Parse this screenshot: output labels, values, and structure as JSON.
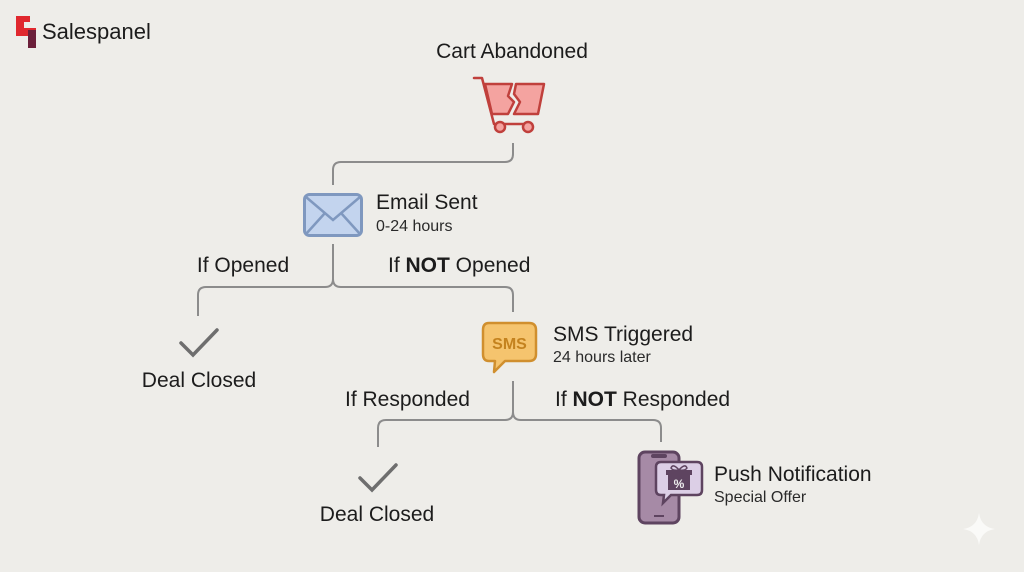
{
  "brand": {
    "name": "Salespanel",
    "colors": {
      "primary": "#e0282e",
      "secondary": "#6b1f3a"
    }
  },
  "nodes": {
    "cart": {
      "title": "Cart Abandoned",
      "icon": "broken-cart-icon",
      "color": "#e06a66"
    },
    "email": {
      "title": "Email Sent",
      "subtitle": "0-24 hours",
      "icon": "envelope-icon",
      "color": "#c3d4ee"
    },
    "deal_closed_1": {
      "title": "Deal Closed",
      "icon": "checkmark-icon"
    },
    "sms": {
      "title": "SMS Triggered",
      "subtitle": "24 hours later",
      "icon": "sms-bubble-icon",
      "icon_text": "SMS",
      "color": "#f5c46e"
    },
    "deal_closed_2": {
      "title": "Deal Closed",
      "icon": "checkmark-icon"
    },
    "push": {
      "title": "Push Notification",
      "subtitle": "Special Offer",
      "icon": "phone-gift-icon",
      "icon_text": "%",
      "color": "#a68aa6"
    }
  },
  "edges": {
    "if_opened": "If Opened",
    "if_not_opened": {
      "prefix": "If ",
      "bold": "NOT",
      "suffix": " Opened"
    },
    "if_responded": "If Responded",
    "if_not_responded": {
      "prefix": "If ",
      "bold": "NOT",
      "suffix": " Responded"
    }
  }
}
